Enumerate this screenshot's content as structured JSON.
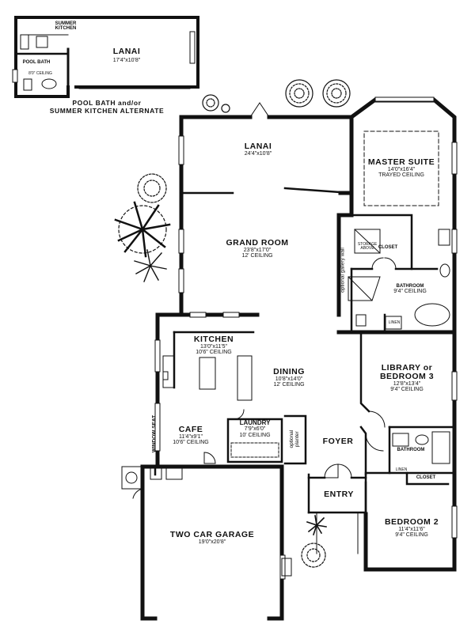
{
  "alternate": {
    "summer_kitchen": "SUMMER KITCHEN",
    "lanai_name": "LANAI",
    "lanai_dim": "17'4\"x10'8\"",
    "pool_bath_name": "POOL BATH",
    "pool_bath_ceiling": "8'0\" CEILING",
    "caption_line1": "POOL BATH and/or",
    "caption_line2": "SUMMER KITCHEN ALTERNATE"
  },
  "rooms": {
    "lanai": {
      "name": "LANAI",
      "dim": "24'4\"x10'8\""
    },
    "master_suite": {
      "name": "MASTER SUITE",
      "dim": "14'0\"x16'4\"",
      "ceiling": "TRAYED CEILING"
    },
    "grand_room": {
      "name": "GRAND ROOM",
      "dim": "23'8\"x17'0\"",
      "ceiling": "12' CEILING"
    },
    "storage": {
      "line1": "STORAGE",
      "line2": "ABOVE"
    },
    "closet_master": {
      "name": "CLOSET"
    },
    "gallery_wall": {
      "text": "optional gallery wall"
    },
    "master_bath": {
      "name": "BATHROOM",
      "ceiling": "9'4\" CEILING"
    },
    "linen_master": {
      "name": "LINEN"
    },
    "kitchen": {
      "name": "KITCHEN",
      "dim": "13'0\"x11'5\"",
      "ceiling": "10'6\" CEILING"
    },
    "dining": {
      "name": "DINING",
      "dim": "10'8\"x14'0\"",
      "ceiling": "12' CEILING"
    },
    "library": {
      "name_line1": "LIBRARY or",
      "name_line2": "BEDROOM 3",
      "dim": "12'8\"x13'4\"",
      "ceiling": "9'4\" CEILING"
    },
    "window_seat": {
      "text": "WINDOW SEAT"
    },
    "cafe": {
      "name": "CAFE",
      "dim": "11'4\"x9'1\"",
      "ceiling": "10'6\" CEILING"
    },
    "laundry": {
      "name": "LAUNDRY",
      "dim": "7'9\"x6'0\"",
      "ceiling": "10' CEILING"
    },
    "planter": {
      "line1": "optional",
      "line2": "planter"
    },
    "foyer": {
      "name": "FOYER"
    },
    "bathroom2": {
      "name": "BATHROOM"
    },
    "linen2": {
      "name": "LINEN"
    },
    "closet2": {
      "name": "CLOSET"
    },
    "entry": {
      "name": "ENTRY"
    },
    "garage": {
      "name": "TWO CAR GARAGE",
      "dim": "19'0\"x20'8\""
    },
    "bedroom2": {
      "name": "BEDROOM 2",
      "dim": "11'4\"x11'6\"",
      "ceiling": "9'4\" CEILING"
    }
  },
  "colors": {
    "ink": "#111111",
    "paper": "#ffffff"
  }
}
